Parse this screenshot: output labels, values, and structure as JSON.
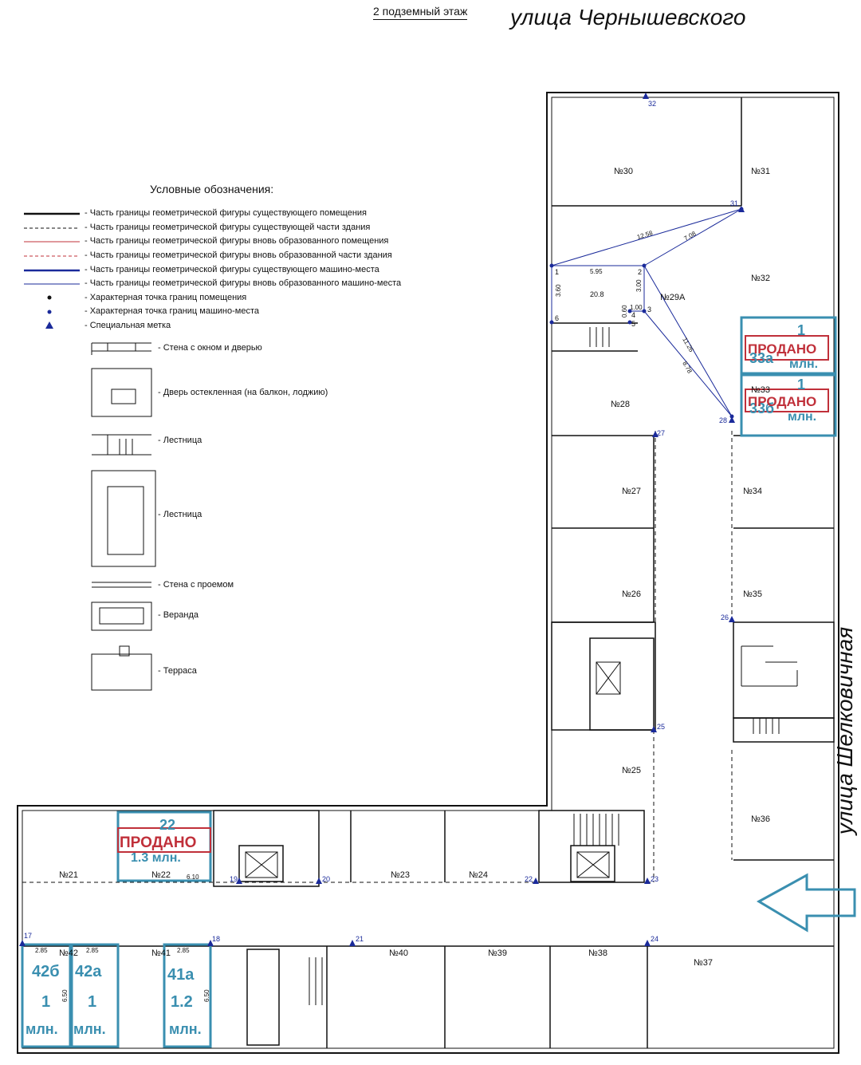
{
  "header": {
    "floor_label": "2 подземный этаж",
    "street_top": "улица Чернышевского",
    "street_right": "улица Шелковичная"
  },
  "legend": {
    "title": "Условные обозначения:",
    "lines": [
      "- Часть границы геометрической фигуры существующего помещения",
      "- Часть границы геометрической фигуры существующей части здания",
      "- Часть границы геометрической фигуры вновь образованного помещения",
      "- Часть границы геометрической фигуры вновь образованной части здания",
      "- Часть границы геометрической фигуры существующего машино-места",
      "- Часть границы геометрической фигуры вновь образованного машино-места",
      "- Характерная точка границ помещения",
      "- Характерная точка границ машино-места",
      "- Специальная метка"
    ],
    "symbols": [
      "- Стена с окном и дверью",
      "- Дверь остекленная (на балкон, лоджию)",
      "- Лестница",
      "- Лестница",
      "- Стена с проемом",
      "- Веранда",
      "- Терраса"
    ]
  },
  "rooms": [
    "№30",
    "№31",
    "№32",
    "№29А",
    "№28",
    "№33",
    "№27",
    "№34",
    "№26",
    "№35",
    "№25",
    "№36",
    "№21",
    "№22",
    "№23",
    "№24",
    "№37",
    "№38",
    "№39",
    "№40",
    "№41",
    "№42"
  ],
  "points": [
    "32",
    "31",
    "1",
    "2",
    "3",
    "4",
    "5",
    "6",
    "28",
    "27",
    "26",
    "25",
    "19",
    "20",
    "22",
    "23",
    "17",
    "18",
    "21",
    "24"
  ],
  "measures": [
    "12.58",
    "7.08",
    "5.95",
    "3.60",
    "3.00",
    "20.8",
    "1.00",
    "0.60",
    "11.26",
    "8.78",
    "6.10",
    "2.85",
    "2.85",
    "2.85",
    "6.50",
    "6.50"
  ],
  "spots": [
    {
      "id": "33а",
      "sold": "ПРОДАНО",
      "price": "1",
      "unit": "млн."
    },
    {
      "id": "33б",
      "sold": "ПРОДАНО",
      "price": "1",
      "unit": "млн."
    },
    {
      "id": "22",
      "sold": "ПРОДАНО",
      "price": "1.3 млн."
    },
    {
      "id": "42б",
      "price": "1",
      "unit": "млн."
    },
    {
      "id": "42а",
      "price": "1",
      "unit": "млн."
    },
    {
      "id": "41а",
      "price": "1.2",
      "unit": "млн."
    }
  ],
  "colors": {
    "spot": "#3a8fb0",
    "sold": "#c0303a",
    "blue": "#1a2a9a",
    "wall": "#111111"
  }
}
